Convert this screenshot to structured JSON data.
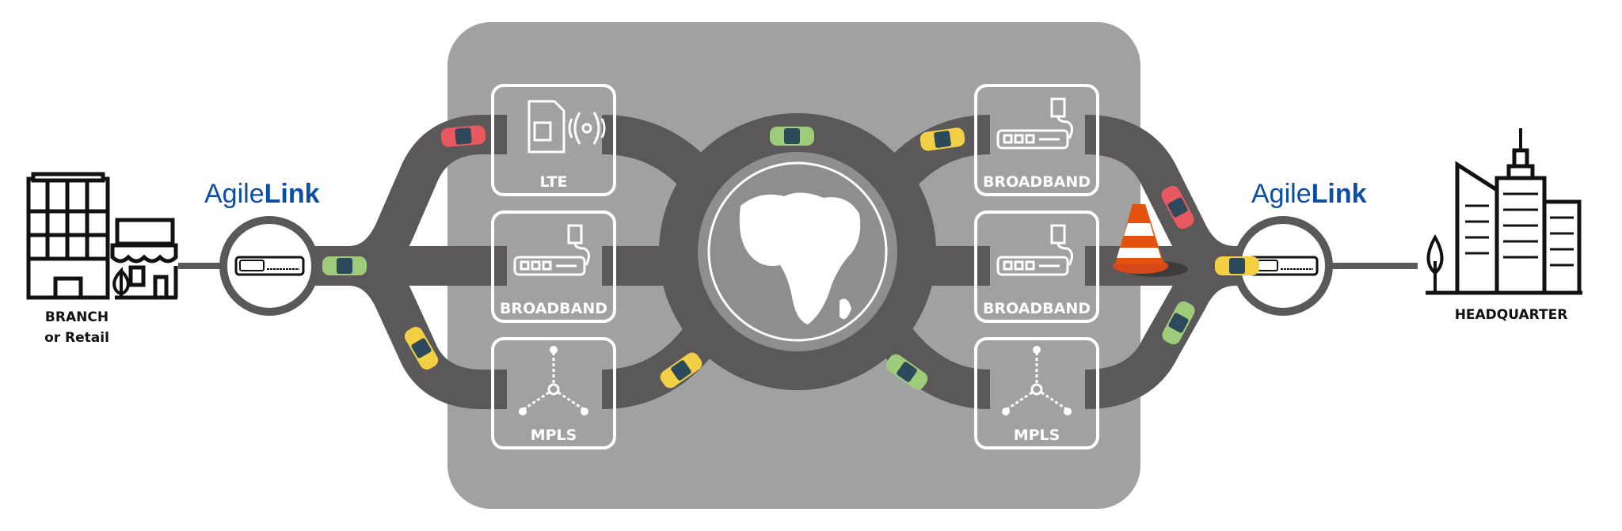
{
  "branch": {
    "label_line1": "BRANCH",
    "label_line2": "or Retail"
  },
  "headquarter": {
    "label": "HEADQUARTER"
  },
  "logo_left": {
    "part1": "Agile",
    "part2": "Link"
  },
  "logo_right": {
    "part1": "Agile",
    "part2": "Link"
  },
  "left_links": [
    {
      "label": "LTE",
      "icon": "sim-card-signal-icon"
    },
    {
      "label": "BROADBAND",
      "icon": "modem-icon"
    },
    {
      "label": "MPLS",
      "icon": "network-nodes-icon"
    }
  ],
  "right_links": [
    {
      "label": "BROADBAND",
      "icon": "modem-icon"
    },
    {
      "label": "BROADBAND",
      "icon": "modem-icon"
    },
    {
      "label": "MPLS",
      "icon": "network-nodes-icon"
    }
  ],
  "colors": {
    "panel": "#a0a1a0",
    "road": "#5a5859",
    "brand": "#0b4ea2",
    "car_red": "#e8585f",
    "car_yellow": "#f3cf45",
    "car_green": "#9fcc7a",
    "cone": "#e5520e"
  }
}
